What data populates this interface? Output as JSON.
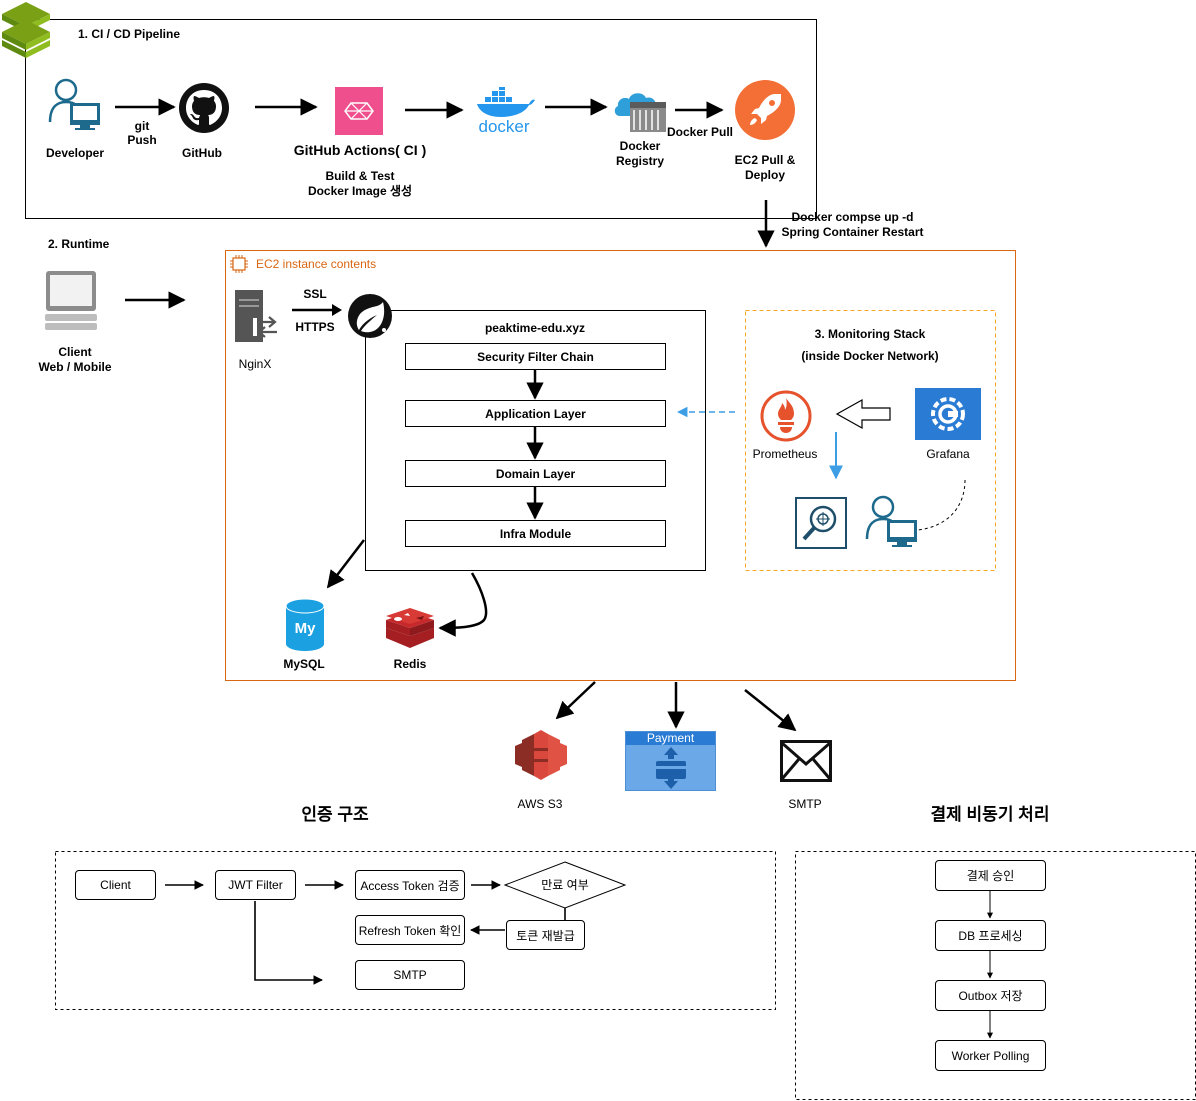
{
  "cicd": {
    "title": "1. CI / CD Pipeline",
    "developer": "Developer",
    "git_push_1": "git",
    "git_push_2": "Push",
    "github": "GitHub",
    "actions": "GitHub Actions( CI )",
    "build_1": "Build & Test",
    "build_2": "Docker Image 생성",
    "docker_logo": "docker",
    "registry_1": "Docker",
    "registry_2": "Registry",
    "docker_pull": "Docker Pull",
    "deploy_1": "EC2 Pull &",
    "deploy_2": "Deploy",
    "compose_1": "Docker compse up -d",
    "compose_2": "Spring Container Restart"
  },
  "runtime": {
    "title": "2. Runtime",
    "client_1": "Client",
    "client_2": "Web / Mobile",
    "ec2_label": "EC2 instance contents",
    "nginx": "NginX",
    "ssl": "SSL",
    "https": "HTTPS",
    "app_title": "peaktime-edu.xyz",
    "layers": [
      "Security Filter Chain",
      "Application Layer",
      "Domain Layer",
      "Infra Module"
    ],
    "mysql": "MySQL",
    "mysql_logo": "My",
    "redis": "Redis"
  },
  "monitoring": {
    "title_1": "3. Monitoring Stack",
    "title_2": "(inside Docker Network)",
    "prometheus": "Prometheus",
    "grafana": "Grafana"
  },
  "external": {
    "s3": "AWS S3",
    "payment": "Payment",
    "smtp": "SMTP"
  },
  "auth": {
    "title": "인증 구조",
    "client": "Client",
    "jwt": "JWT Filter",
    "access": "Access Token 검증",
    "expiry": "만료 여부",
    "refresh": "Refresh Token 확인",
    "reissue": "토큰 재발급",
    "smtp": "SMTP"
  },
  "payment_async": {
    "title": "결제 비동기 처리",
    "steps": [
      "결제 승인",
      "DB 프로세싱",
      "Outbox 저장",
      "Worker Polling"
    ]
  },
  "colors": {
    "ec2_border": "#d86613",
    "monitor_border": "#f5a623",
    "prometheus": "#e6522c",
    "grafana": "#2a7bd4",
    "mysql": "#1ba0e1",
    "redis": "#c7282b",
    "s3": "#d9473d",
    "payment": "#6aa8e8",
    "dashed_arrow": "#3d9ee6",
    "actions_bg": "#ef4f8c",
    "deploy_bg": "#f36f35",
    "developer_icon": "#1d6a8c"
  }
}
